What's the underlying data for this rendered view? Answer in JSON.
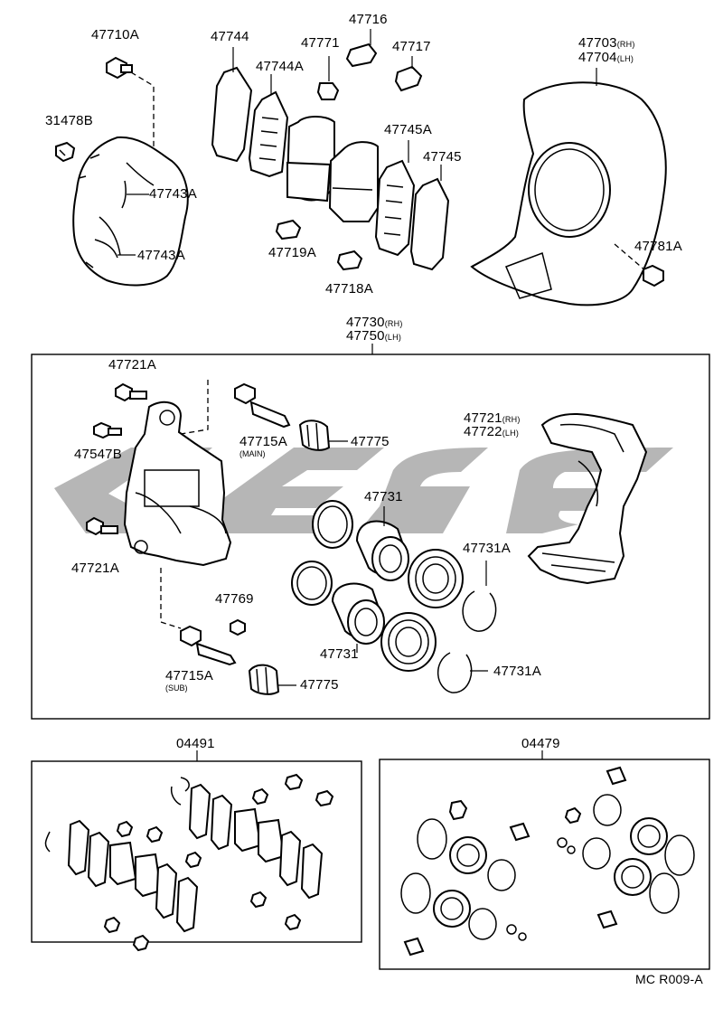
{
  "labels": {
    "p47710A": "47710A",
    "p47744": "47744",
    "p47771": "47771",
    "p47716": "47716",
    "p47717": "47717",
    "p47703": "47703",
    "p47703_sfx": "(RH)",
    "p47704": "47704",
    "p47704_sfx": "(LH)",
    "p47744A": "47744A",
    "p31478B": "31478B",
    "p47743A_1": "47743A",
    "p47745A": "47745A",
    "p47745": "47745",
    "p47743A_2": "47743A",
    "p47719A": "47719A",
    "p47781A": "47781A",
    "p47718A": "47718A",
    "p47730": "47730",
    "p47730_sfx": "(RH)",
    "p47750": "47750",
    "p47750_sfx": "(LH)",
    "p47721A_1": "47721A",
    "p47721": "47721",
    "p47721_sfx": "(RH)",
    "p47722": "47722",
    "p47722_sfx": "(LH)",
    "p47715A_main": "47715A",
    "main_note": "(MAIN)",
    "p47775_1": "47775",
    "p47547B": "47547B",
    "p47731_1": "47731",
    "p47731A_1": "47731A",
    "p47721A_2": "47721A",
    "p47769": "47769",
    "p47731_2": "47731",
    "p47731A_2": "47731A",
    "p47715A_sub": "47715A",
    "sub_note": "(SUB)",
    "p47775_2": "47775",
    "p04491": "04491",
    "p04479": "04479",
    "figure_code": "MC R009-A"
  },
  "colors": {
    "line": "#000000",
    "background": "#ffffff",
    "watermark": "#7a7a7a"
  }
}
